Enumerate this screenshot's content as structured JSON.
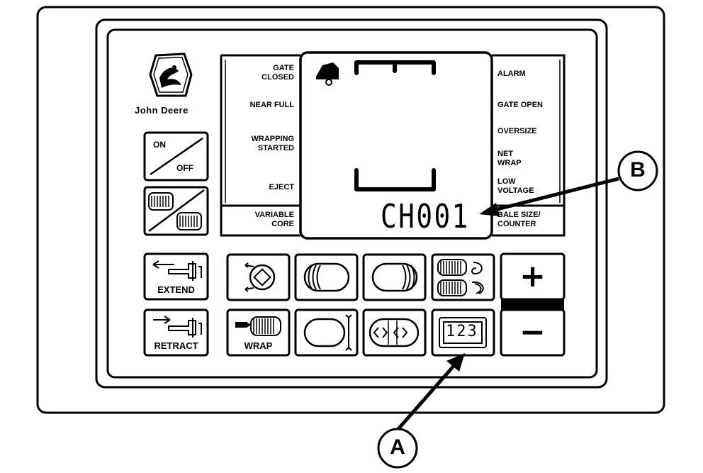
{
  "brand": {
    "name": "John Deere"
  },
  "left_labels": {
    "gate_closed": [
      "GATE",
      "CLOSED"
    ],
    "near_full": "NEAR FULL",
    "wrapping_started": [
      "WRAPPING",
      "STARTED"
    ],
    "eject": "EJECT",
    "variable_core": [
      "VARIABLE",
      "CORE"
    ]
  },
  "right_labels": {
    "alarm": "ALARM",
    "gate_open": "GATE OPEN",
    "oversize": "OVERSIZE",
    "net_wrap": [
      "NET",
      "WRAP"
    ],
    "low_voltage": [
      "LOW",
      "VOLTAGE"
    ],
    "bale_size_counter": [
      "BALE SIZE/",
      "COUNTER"
    ]
  },
  "display": {
    "readout": "CH001"
  },
  "buttons": {
    "on_off": {
      "on": "ON",
      "off": "OFF"
    },
    "extend": "EXTEND",
    "retract": "RETRACT",
    "wrap": "WRAP",
    "counter_digits": "123",
    "plus": "+",
    "minus": "−"
  },
  "callouts": {
    "a": "A",
    "b": "B"
  }
}
